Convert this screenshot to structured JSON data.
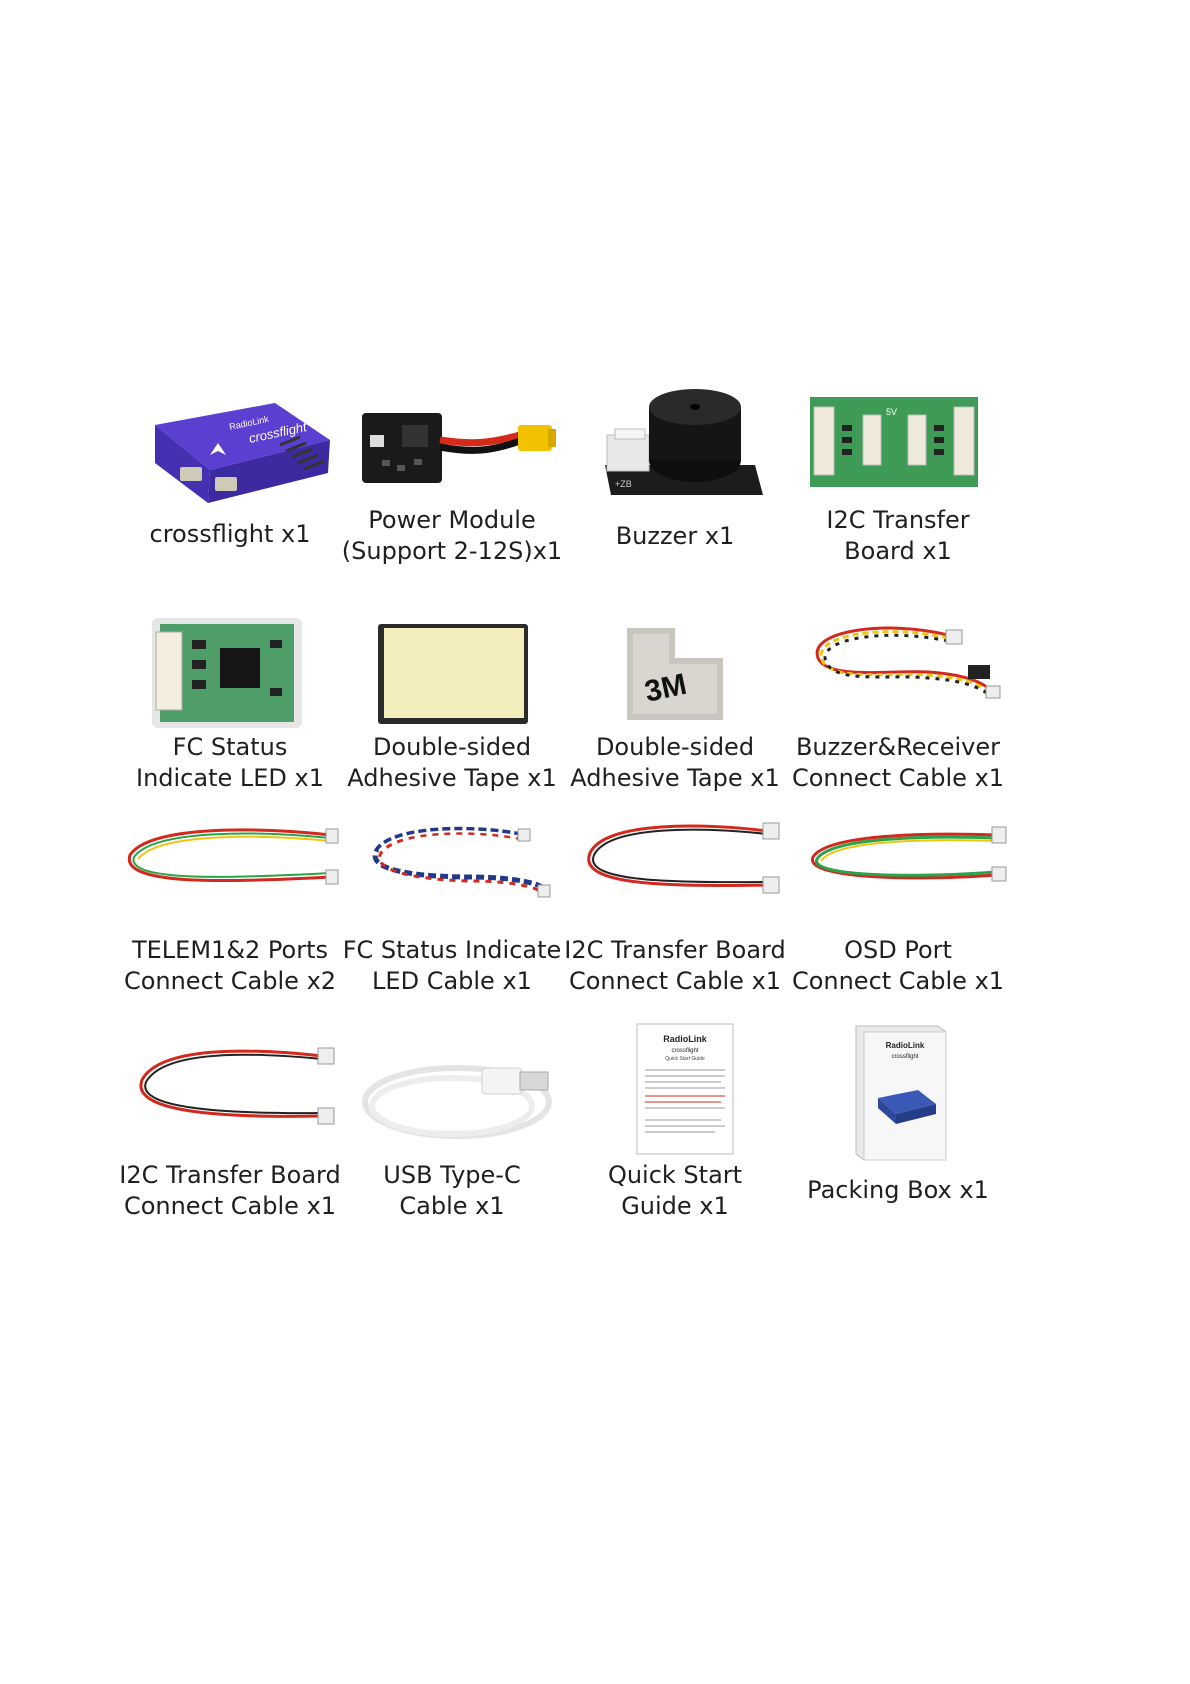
{
  "items": [
    {
      "line1": "crossflight x1",
      "line2": "",
      "icon": "flight-controller"
    },
    {
      "line1": "Power Module",
      "line2": "(Support 2-12S)x1",
      "icon": "power-module"
    },
    {
      "line1": "Buzzer x1",
      "line2": "",
      "icon": "buzzer"
    },
    {
      "line1": "I2C Transfer",
      "line2": "Board x1",
      "icon": "i2c-board"
    },
    {
      "line1": "FC Status",
      "line2": "Indicate LED x1",
      "icon": "led-board"
    },
    {
      "line1": "Double-sided",
      "line2": "Adhesive Tape x1",
      "icon": "tape-yellow"
    },
    {
      "line1": "Double-sided",
      "line2": "Adhesive Tape x1",
      "icon": "tape-3m"
    },
    {
      "line1": "Buzzer&Receiver",
      "line2": "Connect Cable x1",
      "icon": "twisted-cable"
    },
    {
      "line1": "TELEM1&2 Ports",
      "line2": "Connect Cable x2",
      "icon": "telem-cable"
    },
    {
      "line1": "FC Status Indicate",
      "line2": "LED Cable x1",
      "icon": "led-cable"
    },
    {
      "line1": "I2C Transfer Board",
      "line2": "Connect Cable x1",
      "icon": "i2c-cable"
    },
    {
      "line1": "OSD Port",
      "line2": "Connect Cable x1",
      "icon": "osd-cable"
    },
    {
      "line1": "I2C Transfer Board",
      "line2": "Connect Cable x1",
      "icon": "i2c-cable"
    },
    {
      "line1": "USB Type-C",
      "line2": "Cable x1",
      "icon": "usb-cable"
    },
    {
      "line1": "Quick Start",
      "line2": "Guide x1",
      "icon": "guide"
    },
    {
      "line1": "Packing Box x1",
      "line2": "",
      "icon": "packing-box"
    }
  ],
  "printed_text": {
    "fc_brand": "RadioLink",
    "fc_name": "crossflight",
    "guide_brand": "RadioLink",
    "guide_title": "crossflight",
    "guide_subtitle": "Quick Start Guide",
    "box_brand": "RadioLink",
    "box_name": "crossflight",
    "tape_logo": "3M",
    "buzzer_marking": "+ZB",
    "board_marking": "5V"
  }
}
